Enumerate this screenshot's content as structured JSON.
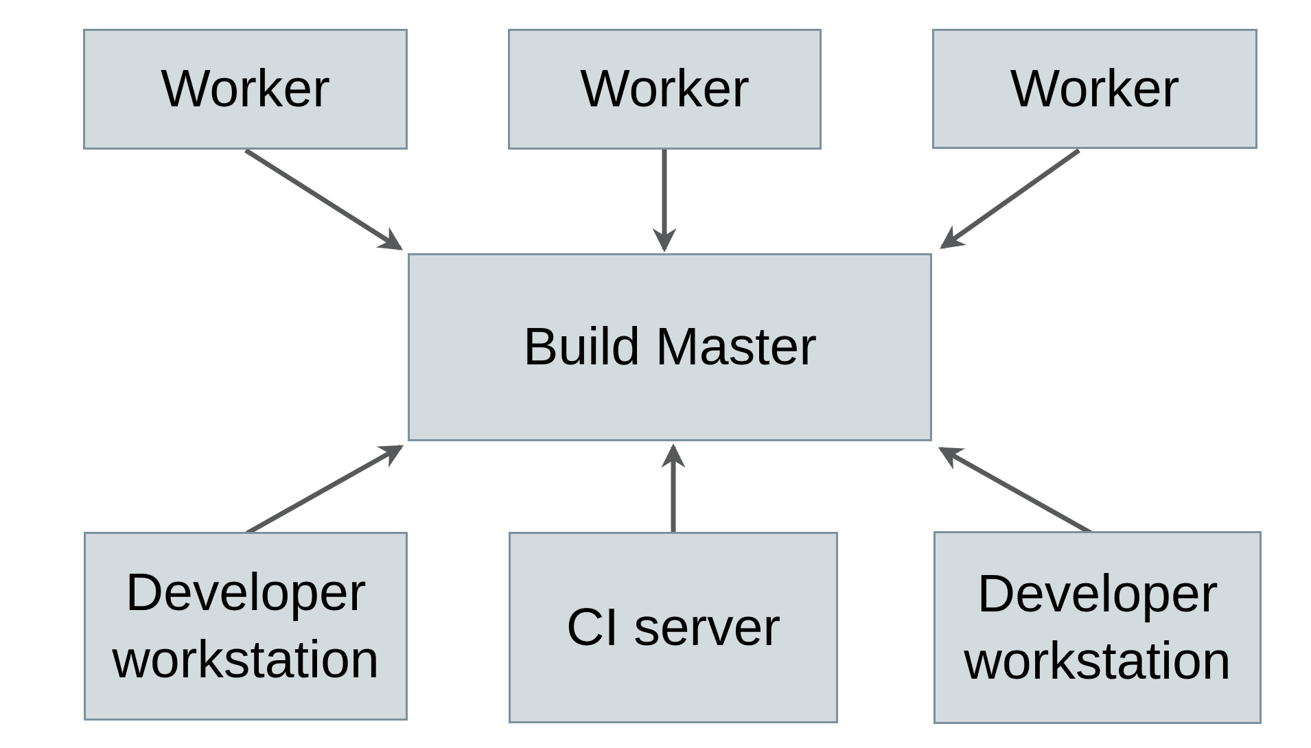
{
  "diagram": {
    "title": "Build Master architecture diagram",
    "colors": {
      "background": "#ffffff",
      "node_fill": "#d3dbde",
      "node_border": "#7d909c",
      "arrow": "#58595b",
      "text": "#000000"
    },
    "nodes": [
      {
        "id": "worker-1",
        "label": "Worker"
      },
      {
        "id": "worker-2",
        "label": "Worker"
      },
      {
        "id": "worker-3",
        "label": "Worker"
      },
      {
        "id": "build-master",
        "label": "Build Master"
      },
      {
        "id": "developer-workstation-left",
        "label": "Developer workstation"
      },
      {
        "id": "ci-server",
        "label": "CI server"
      },
      {
        "id": "developer-workstation-right",
        "label": "Developer workstation"
      }
    ],
    "edges": [
      {
        "from": "worker-1",
        "to": "build-master"
      },
      {
        "from": "worker-2",
        "to": "build-master"
      },
      {
        "from": "worker-3",
        "to": "build-master"
      },
      {
        "from": "developer-workstation-left",
        "to": "build-master"
      },
      {
        "from": "ci-server",
        "to": "build-master"
      },
      {
        "from": "developer-workstation-right",
        "to": "build-master"
      }
    ]
  }
}
